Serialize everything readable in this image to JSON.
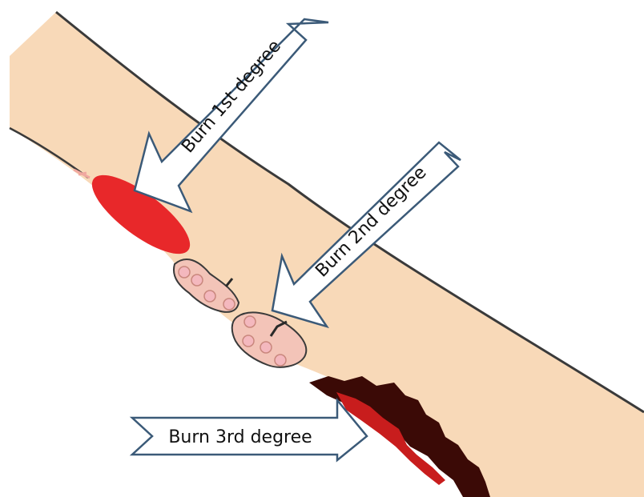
{
  "colors": {
    "background": "#ffffff",
    "skin": "#f8d9b8",
    "outline": "#3a3a3a",
    "first_degree": "#e8282a",
    "blister": "#f4b8be",
    "blister_edge": "#c9877d",
    "third_degree_dark": "#3b0a06",
    "third_degree_red": "#c81d1d",
    "arrow_fill": "#ffffff",
    "arrow_stroke": "#3b5a78"
  },
  "labels": {
    "first_degree": "Burn 1st degree",
    "second_degree": "Burn 2nd degree",
    "third_degree": "Burn 3rd degree"
  },
  "icons": {
    "first_degree_arrow": "arrow-icon",
    "second_degree_arrow": "arrow-icon",
    "third_degree_arrow": "arrow-icon"
  }
}
